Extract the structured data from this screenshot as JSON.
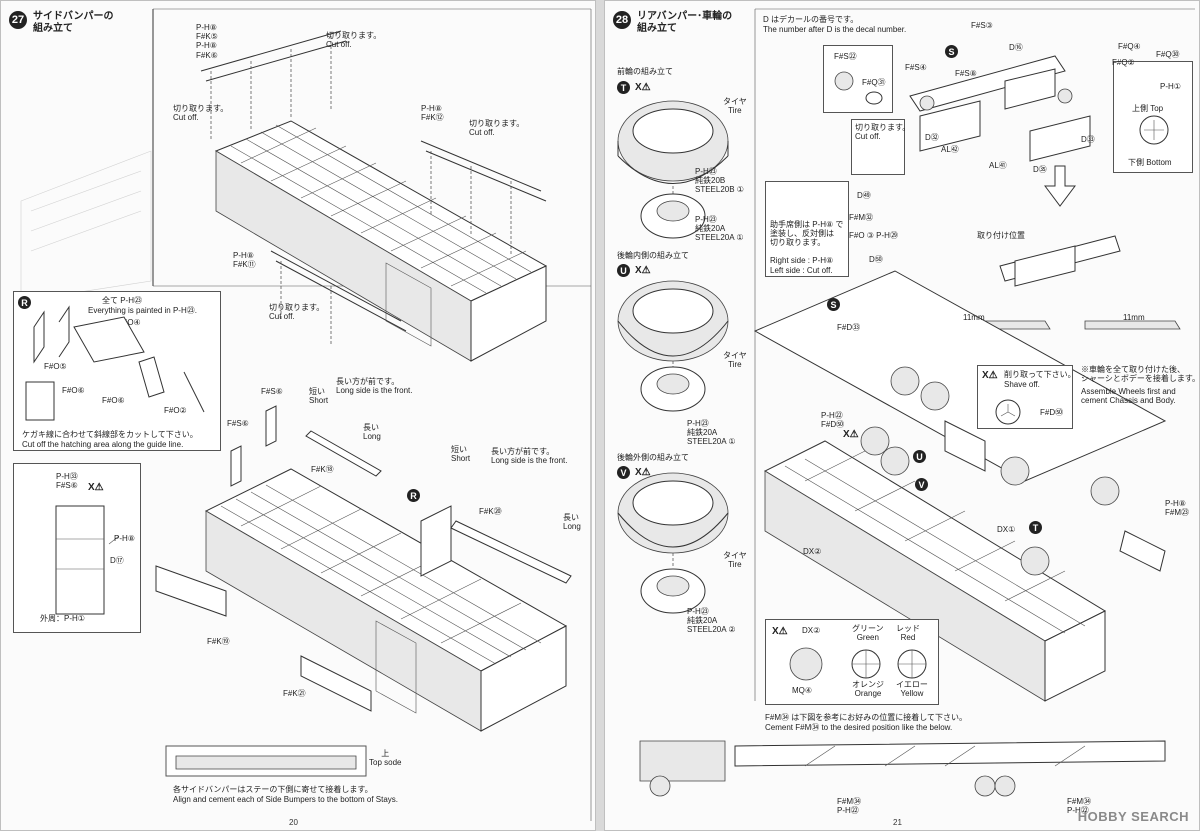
{
  "left": {
    "step_number": "27",
    "step_title": "サイドバンパーの\n組み立て",
    "page_number": "20",
    "labels": {
      "top_parts": "P-H⑧\nF#K⑤\nP-H⑧\nF#K⑥",
      "cut1": "切り取ります。\nCut off.",
      "cut2": "切り取ります。\nCut off.",
      "cut3": "切り取ります。\nCut off.",
      "cut4": "切り取ります。\nCut off.",
      "pk12": "P-H⑧\nF#K⑫",
      "pk11": "P-H⑧\nF#K⑪",
      "fs6a": "F#S⑥",
      "fs6b": "F#S⑥",
      "long_front1": "長い方が前です。\nLong side is the front.",
      "short1": "短い\nShort",
      "long1": "長い\nLong",
      "fk18": "F#K⑱",
      "short2": "短い\nShort",
      "long_front2": "長い方が前です。\nLong side is the front.",
      "long2": "長い\nLong",
      "fk20": "F#K⑳",
      "fk19": "F#K⑲",
      "fk21": "F#K㉑",
      "r_badge": "R",
      "top_side": "上\nTop sode",
      "bumper_note_jp": "各サイドバンパーはステーの下側に寄せて接着します。",
      "bumper_note_en": "Align and cement each of Side Bumpers to the bottom of Stays."
    },
    "box_r": {
      "badge": "R",
      "paint_jp": "全て P-H㉓",
      "paint_en": "Everything is painted in P-H㉓.",
      "fo4": "F#O④",
      "fo5": "F#O⑤",
      "fo6": "F#O⑥",
      "fo6b": "F#O⑥",
      "fo2": "F#O②",
      "note_jp": "ケガキ線に合わせて斜線部をカットして下さい。",
      "note_en": "Cut off the hatching area along the guide line."
    },
    "box_detail": {
      "parts": "P-H㉝\nF#S⑥",
      "x_mark": "X⚠",
      "ph8": "P-H⑧",
      "d": "D⑰",
      "outer": "外周：P-H①"
    }
  },
  "right": {
    "step_number": "28",
    "step_title": "リアバンパー･車輪の\n組み立て",
    "page_number": "21",
    "decal_note_jp": "D はデカールの番号です。",
    "decal_note_en": "The number after D is the decal number.",
    "front_wheel": {
      "title": "前輪の組み立て",
      "badge": "T",
      "x_mark": "X⚠",
      "tire": "タイヤ\nTire",
      "p1": "P-H㉓\n純鉄20B\nSTEEL20B ①",
      "p2": "P-H㉓\n純鉄20A\nSTEEL20A ①"
    },
    "rear_inner": {
      "title": "後輪内側の組み立て",
      "badge": "U",
      "x_mark": "X⚠",
      "tire": "タイヤ\nTire",
      "p1": "P-H㉓\n純鉄20A\nSTEEL20A ①"
    },
    "rear_outer": {
      "title": "後輪外側の組み立て",
      "badge": "V",
      "x_mark": "X⚠",
      "tire": "タイヤ\nTire",
      "p1": "P-H㉓\n純鉄20A\nSTEEL20A ②"
    },
    "bumper_parts": {
      "fs22": "F#S㉒",
      "fq31": "F#Q㉛",
      "fs4": "F#S④",
      "s_badge": "S",
      "d_top": "D⑯",
      "fs8": "F#S⑧",
      "fs3": "F#S③",
      "d32": "D㉜",
      "al52": "AL㊷",
      "al51": "AL㊶",
      "d35": "D㉟",
      "d33": "D㉝"
    },
    "lamp_box": {
      "fq4": "F#Q④",
      "fq30": "F#Q㉚",
      "fq2": "F#Q②",
      "ph1": "P-H①",
      "top": "上側 Top",
      "bottom": "下側 Bottom"
    },
    "cut_box": {
      "cut": "切り取ります。\nCut off.",
      "d49": "D㊾",
      "fm": "F#M㉜",
      "fo3": "F#O ③ P-H㉙",
      "d50": "D㊿"
    },
    "paint_box": {
      "jp": "助手席側は P-H⑧ で\n塗装し、反対側は\n切り取ります。",
      "right": "Right side : P-H⑧",
      "left": "Left side : Cut off."
    },
    "install_pos": "取り付け位置",
    "dim1": "11mm",
    "dim2": "11mm",
    "s_badge2": "S",
    "fd53": "F#D㉝",
    "shave_box": {
      "x": "X⚠",
      "jp": "削り取って下さい。",
      "en": "Shave off.",
      "fd": "F#D㊿"
    },
    "chassis_note_jp": "※車輪を全て取り付けた後、\nシャーシとボデーを接着します。",
    "chassis_note_en": "Assemble Wheels first and\ncement Chassis and Body.",
    "ph8_fm23": "P-H⑧\nF#M㉓",
    "dx1": "DX①",
    "dx2": "DX②",
    "t_badge": "T",
    "u_badge": "U",
    "v_badge": "V",
    "ph22_fd50": "P-H㉒\nF#D㊿",
    "x_mark2": "X⚠",
    "color_box": {
      "x": "X⚠",
      "dx2": "DX②",
      "mq4": "MQ④",
      "green": "グリーン\nGreen",
      "red": "レッド\nRed",
      "orange": "オレンジ\nOrange",
      "yellow": "イエロー\nYellow"
    },
    "fm34_note_jp": "F#M㉞ は下図を参考にお好みの位置に接着して下さい。",
    "fm34_note_en": "Cement F#M㉞ to the desired position like the below.",
    "fm34_a": "F#M㉞\nP-H㉒",
    "fm34_b": "F#M㉞\nP-H㉒"
  },
  "watermark": "HOBBY SEARCH"
}
